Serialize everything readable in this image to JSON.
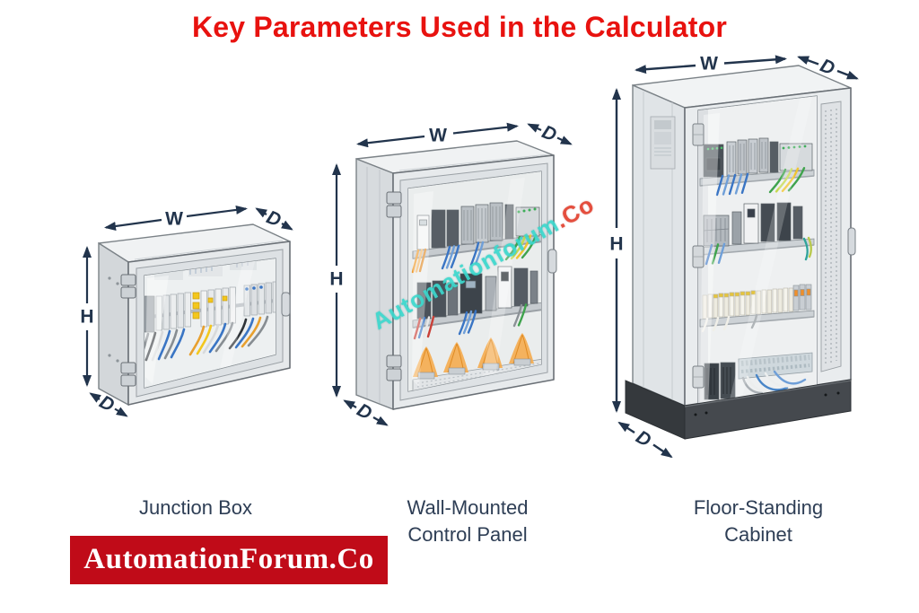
{
  "title": "Key Parameters Used in the Calculator",
  "dimension_labels": {
    "width": "W",
    "height": "H",
    "depth": "D"
  },
  "enclosures": [
    {
      "name": "junction-box",
      "caption_lines": [
        "Junction Box"
      ]
    },
    {
      "name": "wall-mounted-control-panel",
      "caption_lines": [
        "Wall-Mounted",
        "Control Panel"
      ]
    },
    {
      "name": "floor-standing-cabinet",
      "caption_lines": [
        "Floor-Standing",
        "Cabinet"
      ]
    }
  ],
  "watermark": {
    "main": "Automationforum",
    "suffix": ".Co"
  },
  "brand_banner": "AutomationForum.Co",
  "colors": {
    "title_red": "#e8120f",
    "caption_navy": "#2e3e55",
    "arrow_navy": "#22344c",
    "banner_red": "#c00b18",
    "banner_text": "#ffffff",
    "watermark_cyan": "#3bd8cd",
    "watermark_suffix": "#e2402e"
  }
}
